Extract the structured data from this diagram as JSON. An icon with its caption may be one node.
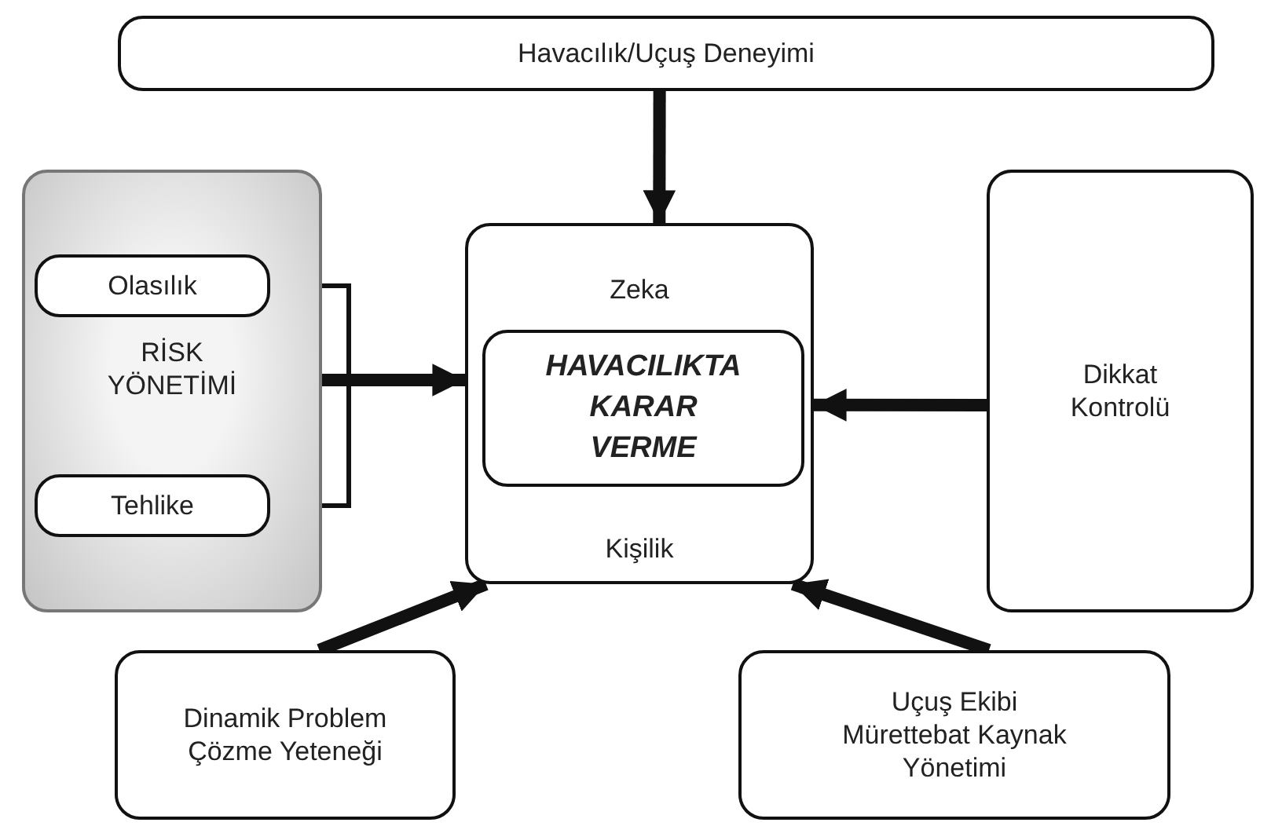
{
  "diagram": {
    "nodes": [
      {
        "text": [
          "Havacılık/Uçuş Deneyimi"
        ]
      },
      {
        "text": [
          "RİSK YÖNETİMİ"
        ]
      },
      {
        "text": [
          "Olasılık"
        ],
        "in": 1
      },
      {
        "text": [
          "Tehlike"
        ],
        "in": 1
      },
      {
        "text": [
          "Zeka",
          "Kişilik"
        ]
      },
      {
        "text": [
          "HAVACILIKTA KARAR VERME"
        ],
        "in": 4
      },
      {
        "text": [
          "Dikkat Kontrolü"
        ]
      },
      {
        "text": [
          "Dinamik Problem Çözme Yeteneği"
        ]
      },
      {
        "text": [
          "Uçuş Ekibi Mürettebat Kaynak Yönetimi"
        ]
      }
    ],
    "edges": [
      {
        "from": 0,
        "to": 4,
        "arrow": "to"
      },
      {
        "from": 1,
        "to": 4,
        "arrow": "to"
      },
      {
        "from": 6,
        "to": 4,
        "arrow": "to"
      },
      {
        "from": 7,
        "to": 4,
        "arrow": "to"
      },
      {
        "from": 8,
        "to": 4,
        "arrow": "to"
      },
      {
        "from": 2,
        "to": 3,
        "arrow": "none"
      }
    ]
  }
}
